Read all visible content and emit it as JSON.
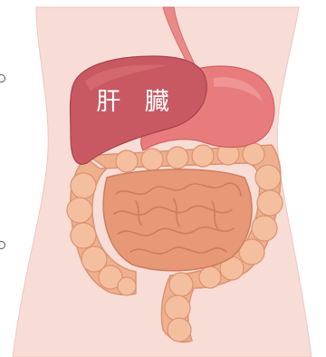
{
  "labels": {
    "liver": "肝 臓"
  },
  "colors": {
    "skin": "#f8dcd6",
    "skin_outline": "#f1c7bf",
    "liver": "#c85962",
    "liver_highlight": "#d66b73",
    "stomach": "#e87c7c",
    "esophagus": "#e98a86",
    "large_intestine": "#efb08e",
    "small_intestine": "#e69877",
    "label_text": "#ffffff"
  },
  "icons": [
    "bullet-icon-top",
    "bullet-icon-bottom"
  ]
}
